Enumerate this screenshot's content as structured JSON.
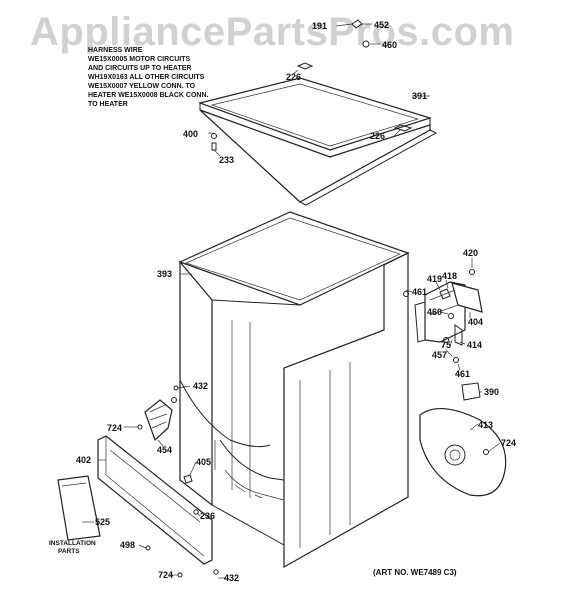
{
  "watermark": "AppliancePartsPros.com",
  "note_lines": [
    "HARNESS WIRE",
    "WE15X0005 MOTOR CIRCUITS",
    "AND CIRCUITS UP TO HEATER",
    "WH19X0163 ALL OTHER CIRCUITS",
    "WE15X0007 YELLOW CONN. TO",
    "HEATER WE15X0008 BLACK CONN.",
    "TO HEATER"
  ],
  "labels": {
    "p191": "191",
    "p452": "452",
    "p460a": "460",
    "p226a": "226",
    "p391": "391",
    "p400": "400",
    "p226b": "226",
    "p233": "233",
    "p420": "420",
    "p393": "393",
    "p419": "419",
    "p418": "418",
    "p461a": "461",
    "p460b": "460",
    "p404": "404",
    "p75": "75",
    "p414": "414",
    "p457": "457",
    "p461b": "461",
    "p390": "390",
    "p432a": "432",
    "p724a": "724",
    "p454": "454",
    "p413": "413",
    "p724b": "724",
    "p402": "402",
    "p405": "405",
    "p236": "236",
    "p525": "525",
    "p498": "498",
    "p724c": "724",
    "p432b": "432"
  },
  "installation_parts": [
    "INSTALLATION",
    "PARTS"
  ],
  "art_number": "(ART NO. WE7489 C3)"
}
